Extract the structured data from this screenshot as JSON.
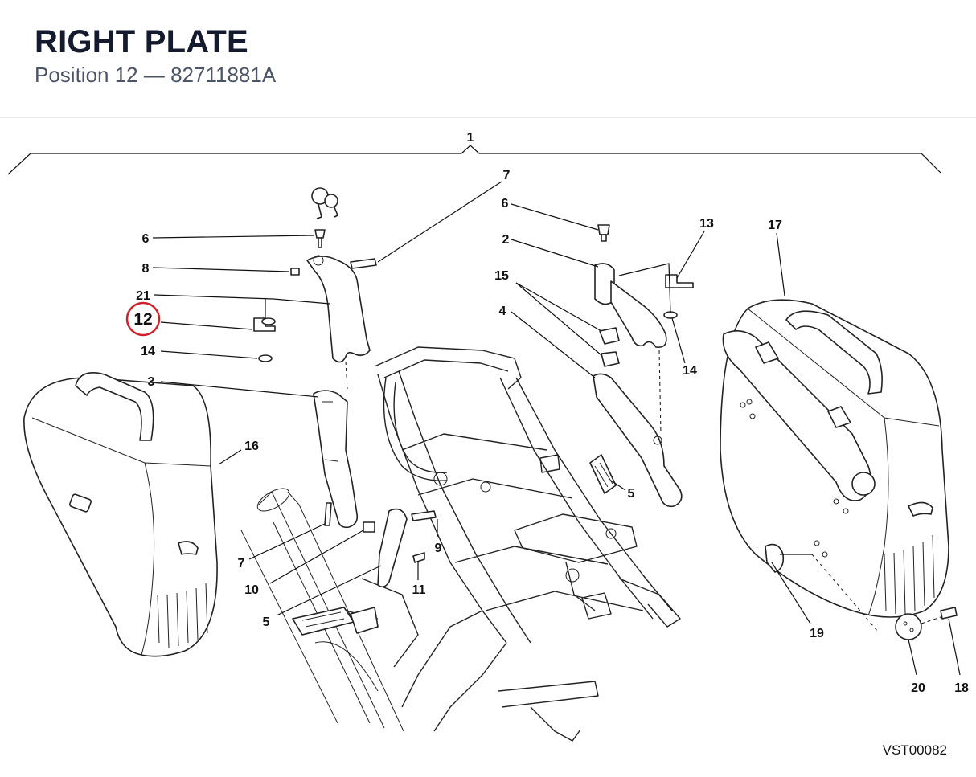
{
  "header": {
    "title": "RIGHT PLATE",
    "subtitle": "Position 12 — 82711881A"
  },
  "diagram": {
    "reference_code": "VST00082",
    "highlight_color": "#d0202a",
    "highlighted_callout": "12",
    "callouts": {
      "c1": "1",
      "c2": "2",
      "c3": "3",
      "c4": "4",
      "c5a": "5",
      "c5b": "5",
      "c6a": "6",
      "c6b": "6",
      "c7a": "7",
      "c7b": "7",
      "c8": "8",
      "c9": "9",
      "c10": "10",
      "c11": "11",
      "c12": "12",
      "c13": "13",
      "c14a": "14",
      "c14b": "14",
      "c15": "15",
      "c16": "16",
      "c17": "17",
      "c18": "18",
      "c19": "19",
      "c20": "20",
      "c21": "21"
    }
  }
}
